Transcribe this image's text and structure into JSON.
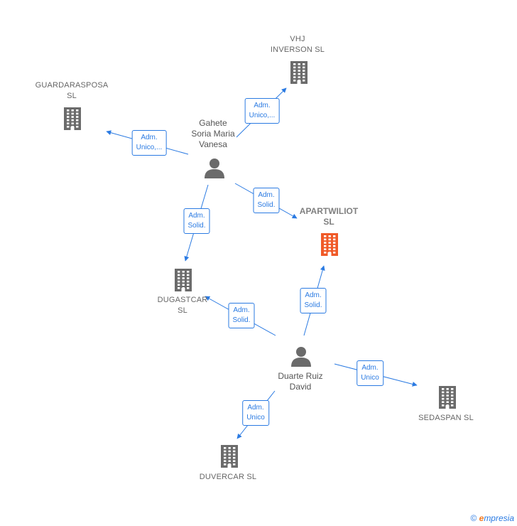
{
  "nodes": [
    {
      "id": "vhj",
      "type": "company",
      "label": "VHJ\nINVERSON  SL"
    },
    {
      "id": "guardarasposa",
      "type": "company",
      "label": "GUARDARASPOSA\nSL"
    },
    {
      "id": "gahete",
      "type": "person",
      "label": "Gahete\nSoria Maria\nVanesa"
    },
    {
      "id": "apartwiliot",
      "type": "focus",
      "label": "APARTWILIOT\nSL"
    },
    {
      "id": "dugastcar",
      "type": "company",
      "label": "DUGASTCAR\nSL"
    },
    {
      "id": "duarte",
      "type": "person",
      "label": "Duarte Ruiz\nDavid"
    },
    {
      "id": "sedaspan",
      "type": "company",
      "label": "SEDASPAN  SL"
    },
    {
      "id": "duvercar",
      "type": "company",
      "label": "DUVERCAR  SL"
    }
  ],
  "edges": [
    {
      "from": "gahete",
      "to": "vhj",
      "label": "Adm.\nUnico,..."
    },
    {
      "from": "gahete",
      "to": "guardarasposa",
      "label": "Adm.\nUnico,..."
    },
    {
      "from": "gahete",
      "to": "apartwiliot",
      "label": "Adm.\nSolid."
    },
    {
      "from": "gahete",
      "to": "dugastcar",
      "label": "Adm.\nSolid."
    },
    {
      "from": "duarte",
      "to": "dugastcar",
      "label": "Adm.\nSolid."
    },
    {
      "from": "duarte",
      "to": "apartwiliot",
      "label": "Adm.\nSolid."
    },
    {
      "from": "duarte",
      "to": "sedaspan",
      "label": "Adm.\nUnico"
    },
    {
      "from": "duarte",
      "to": "duvercar",
      "label": "Adm.\nUnico"
    }
  ],
  "colors": {
    "edge": "#2a7ae2",
    "company_icon": "#6b6b6b",
    "focus_icon": "#f05a28",
    "person_icon": "#6b6b6b"
  },
  "footer": {
    "copyright_symbol": "©",
    "brand_first": "e",
    "brand_rest": "mpresia"
  }
}
